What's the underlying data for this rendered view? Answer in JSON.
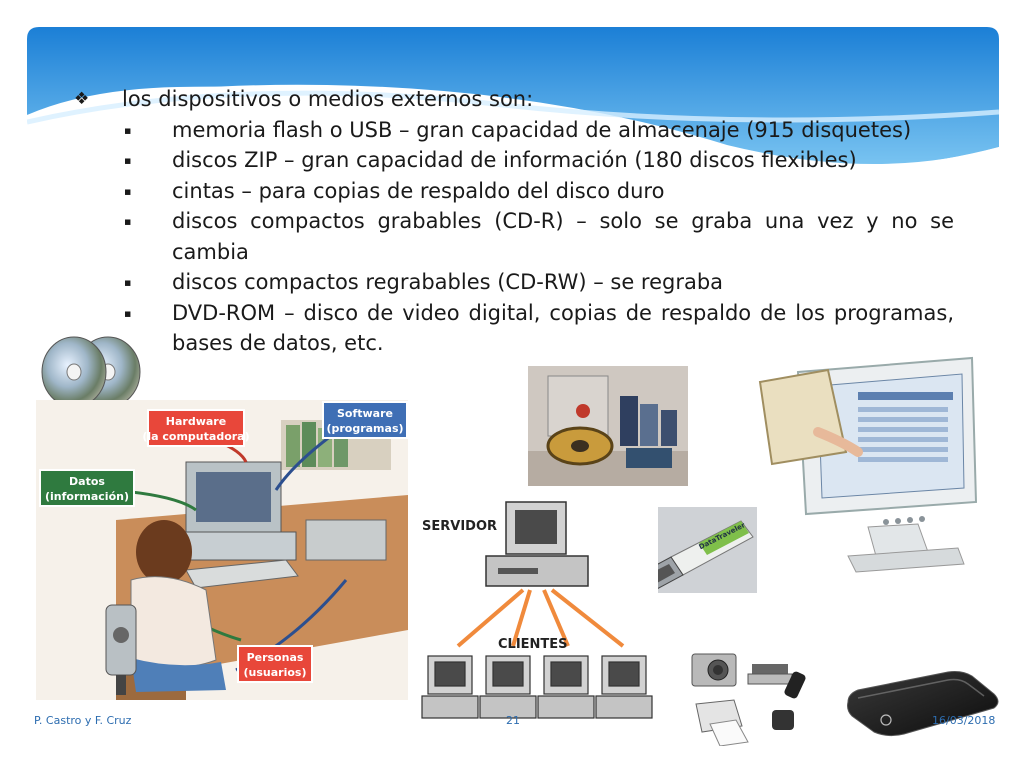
{
  "slide": {
    "bullets": [
      {
        "level": 1,
        "text": "los dispositivos o medios externos son:"
      },
      {
        "level": 2,
        "text": "memoria flash o USB – gran capacidad de almacenaje (915 disquetes)"
      },
      {
        "level": 2,
        "text": "discos ZIP – gran capacidad de información (180 discos flexibles)"
      },
      {
        "level": 2,
        "text": "cintas – para copias de respaldo del disco duro"
      },
      {
        "level": 2,
        "text": "discos compactos grabables (CD-R) – solo se graba una vez y no se cambia"
      },
      {
        "level": 2,
        "text": "discos compactos regrabables (CD-RW) – se regraba"
      },
      {
        "level": 2,
        "text": "DVD-ROM – disco de video digital, copias de respaldo de los programas, bases de datos, etc."
      }
    ],
    "marks": {
      "level1": "❖",
      "level2": "▪"
    }
  },
  "diagram_labels": {
    "hardware": [
      "Hardware",
      "(la computadora)"
    ],
    "software": [
      "Software",
      "(programas)"
    ],
    "datos": [
      "Datos",
      "(información)"
    ],
    "personas": [
      "Personas",
      "(usuarios)"
    ]
  },
  "network_labels": {
    "server": "SERVIDOR",
    "clients": "CLIENTES"
  },
  "usb_label": "DataTraveler",
  "footer": {
    "author": "P. Castro y F. Cruz",
    "page": "21",
    "date": "16/03/2018"
  },
  "colors": {
    "header_blue": "#2a8bd9",
    "label_red": "#e8473a",
    "label_blue": "#3f6fb5",
    "label_green": "#2f7a3f",
    "footer_text": "#2d6db0"
  }
}
